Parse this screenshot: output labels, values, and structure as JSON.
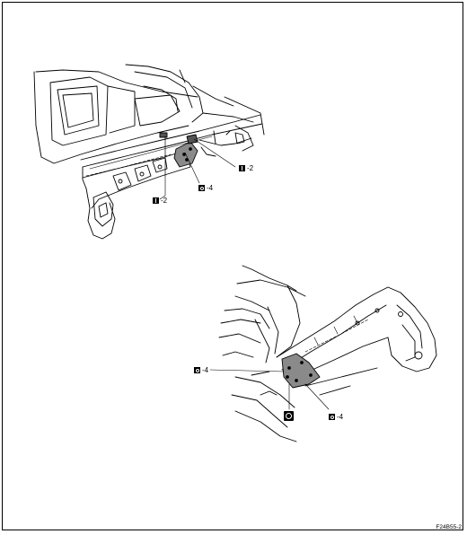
{
  "figure_code": "F24B55-2",
  "callouts": {
    "top_left_weld": "-2",
    "top_right_weld": "-2",
    "top_bracket": "-4",
    "bottom_upper": "-4",
    "bottom_lower": "-4"
  },
  "icons": {
    "weld_symbol": "i-beam-symbol",
    "bracket_symbol": "circle-in-square-symbol",
    "rust_symbol": "anti-rust-symbol"
  }
}
